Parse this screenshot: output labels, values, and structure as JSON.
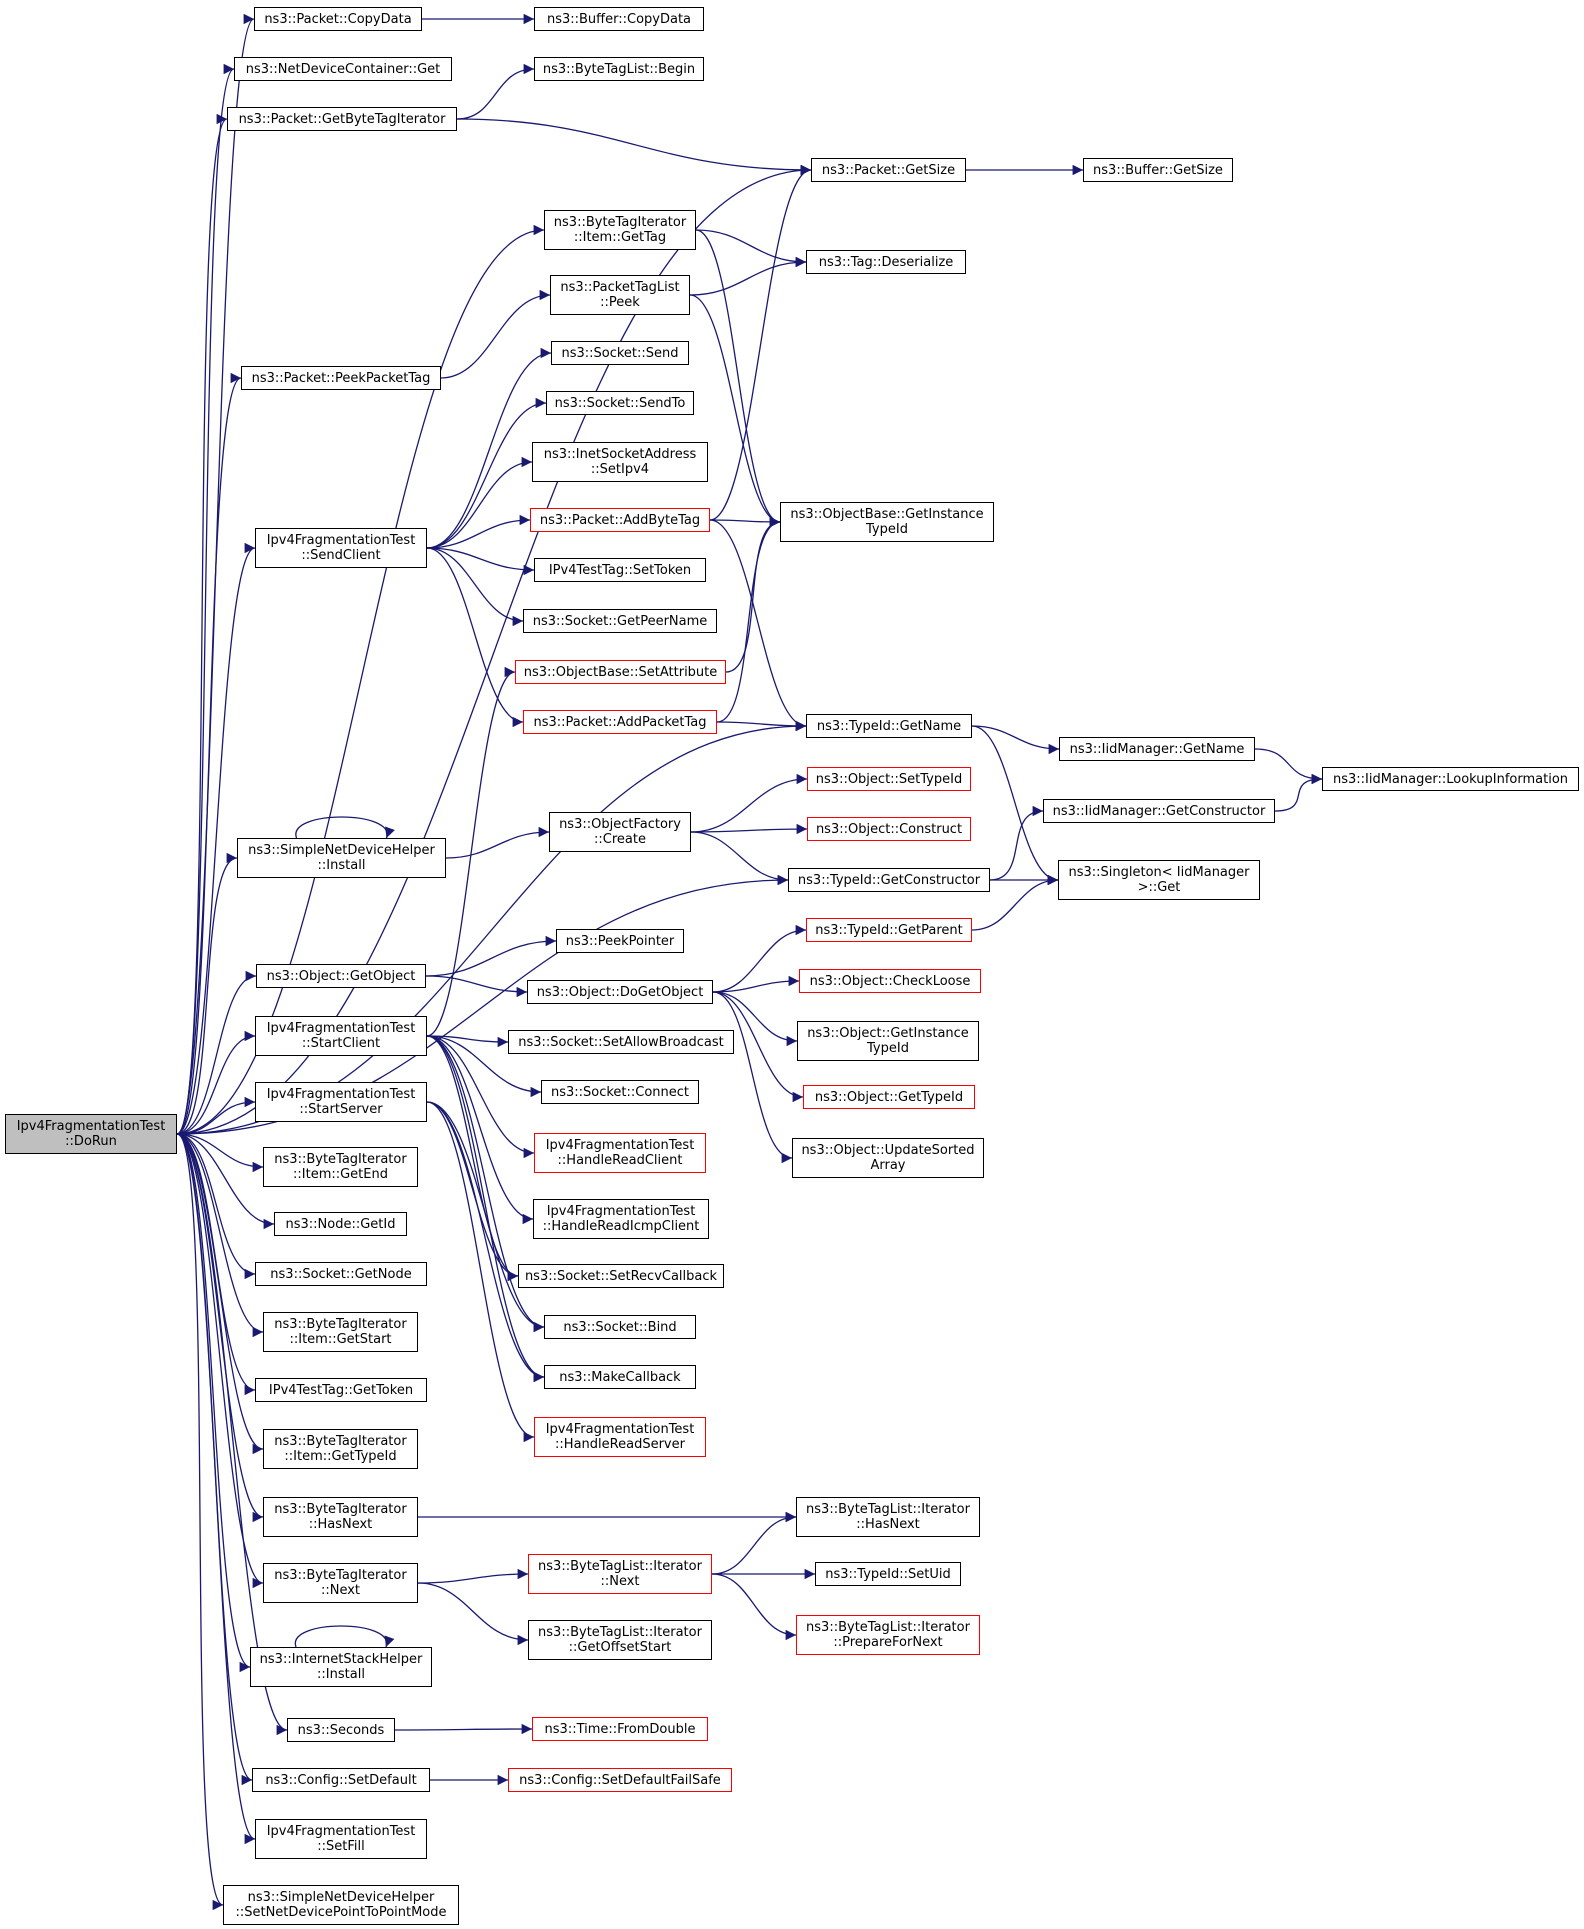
{
  "diagram": {
    "type": "call-graph",
    "colors": {
      "edge": "#191970",
      "node_border": "#000000",
      "truncated_border": "#ff0000",
      "root_fill": "#bfbfbf",
      "node_fill": "#ffffff"
    },
    "nodes": [
      {
        "id": "root",
        "label": "Ipv4FragmentationTest\n::DoRun",
        "style": "root"
      },
      {
        "id": "packet_copydata",
        "label": "ns3::Packet::CopyData"
      },
      {
        "id": "netdevcontainer_get",
        "label": "ns3::NetDeviceContainer::Get"
      },
      {
        "id": "packet_getbytetagiterator",
        "label": "ns3::Packet::GetByteTagIterator"
      },
      {
        "id": "packet_peekpackettag",
        "label": "ns3::Packet::PeekPacketTag"
      },
      {
        "id": "sendclient",
        "label": "Ipv4FragmentationTest\n::SendClient"
      },
      {
        "id": "simplenetdevicehelper_install",
        "label": "ns3::SimpleNetDeviceHelper\n::Install"
      },
      {
        "id": "object_getobject",
        "label": "ns3::Object::GetObject"
      },
      {
        "id": "startclient",
        "label": "Ipv4FragmentationTest\n::StartClient"
      },
      {
        "id": "startserver",
        "label": "Ipv4FragmentationTest\n::StartServer"
      },
      {
        "id": "item_getend",
        "label": "ns3::ByteTagIterator\n::Item::GetEnd"
      },
      {
        "id": "node_getid",
        "label": "ns3::Node::GetId"
      },
      {
        "id": "socket_getnode",
        "label": "ns3::Socket::GetNode"
      },
      {
        "id": "item_getstart",
        "label": "ns3::ByteTagIterator\n::Item::GetStart"
      },
      {
        "id": "ipv4testtag_gettoken",
        "label": "IPv4TestTag::GetToken"
      },
      {
        "id": "item_gettypeid",
        "label": "ns3::ByteTagIterator\n::Item::GetTypeId"
      },
      {
        "id": "bti_hasnext",
        "label": "ns3::ByteTagIterator\n::HasNext"
      },
      {
        "id": "bti_next",
        "label": "ns3::ByteTagIterator\n::Next"
      },
      {
        "id": "internetstackhelper_install",
        "label": "ns3::InternetStackHelper\n::Install"
      },
      {
        "id": "seconds",
        "label": "ns3::Seconds"
      },
      {
        "id": "config_setdefault",
        "label": "ns3::Config::SetDefault"
      },
      {
        "id": "setfill",
        "label": "Ipv4FragmentationTest\n::SetFill"
      },
      {
        "id": "setnetdeviceptp",
        "label": "ns3::SimpleNetDeviceHelper\n::SetNetDevicePointToPointMode"
      },
      {
        "id": "buffer_copydata",
        "label": "ns3::Buffer::CopyData"
      },
      {
        "id": "bytetaglist_begin",
        "label": "ns3::ByteTagList::Begin"
      },
      {
        "id": "packet_getsize",
        "label": "ns3::Packet::GetSize"
      },
      {
        "id": "item_gettag",
        "label": "ns3::ByteTagIterator\n::Item::GetTag"
      },
      {
        "id": "packettaglist_peek",
        "label": "ns3::PacketTagList\n::Peek"
      },
      {
        "id": "socket_send",
        "label": "ns3::Socket::Send"
      },
      {
        "id": "socket_sendto",
        "label": "ns3::Socket::SendTo"
      },
      {
        "id": "inetsocketaddress_setipv4",
        "label": "ns3::InetSocketAddress\n::SetIpv4"
      },
      {
        "id": "packet_addbytetag",
        "label": "ns3::Packet::AddByteTag",
        "style": "red"
      },
      {
        "id": "ipv4testtag_settoken",
        "label": "IPv4TestTag::SetToken"
      },
      {
        "id": "socket_getpeername",
        "label": "ns3::Socket::GetPeerName"
      },
      {
        "id": "objectbase_setattribute",
        "label": "ns3::ObjectBase::SetAttribute",
        "style": "red"
      },
      {
        "id": "packet_addpackettag",
        "label": "ns3::Packet::AddPacketTag",
        "style": "red"
      },
      {
        "id": "objectfactory_create",
        "label": "ns3::ObjectFactory\n::Create"
      },
      {
        "id": "peekpointer",
        "label": "ns3::PeekPointer"
      },
      {
        "id": "object_dogetobject",
        "label": "ns3::Object::DoGetObject"
      },
      {
        "id": "socket_setallowbroadcast",
        "label": "ns3::Socket::SetAllowBroadcast"
      },
      {
        "id": "socket_connect",
        "label": "ns3::Socket::Connect"
      },
      {
        "id": "handlereadclient",
        "label": "Ipv4FragmentationTest\n::HandleReadClient",
        "style": "red"
      },
      {
        "id": "handlereadicmpclient",
        "label": "Ipv4FragmentationTest\n::HandleReadIcmpClient"
      },
      {
        "id": "socket_setrecvcallback",
        "label": "ns3::Socket::SetRecvCallback"
      },
      {
        "id": "socket_bind",
        "label": "ns3::Socket::Bind"
      },
      {
        "id": "makecallback",
        "label": "ns3::MakeCallback"
      },
      {
        "id": "handlereadserver",
        "label": "Ipv4FragmentationTest\n::HandleReadServer",
        "style": "red"
      },
      {
        "id": "btl_iterator_next",
        "label": "ns3::ByteTagList::Iterator\n::Next",
        "style": "red"
      },
      {
        "id": "btl_iterator_getoffsetstart",
        "label": "ns3::ByteTagList::Iterator\n::GetOffsetStart"
      },
      {
        "id": "time_fromdouble",
        "label": "ns3::Time::FromDouble",
        "style": "red"
      },
      {
        "id": "config_setdefaultfailsafe",
        "label": "ns3::Config::SetDefaultFailSafe",
        "style": "red"
      },
      {
        "id": "buffer_getsize",
        "label": "ns3::Buffer::GetSize"
      },
      {
        "id": "tag_deserialize",
        "label": "ns3::Tag::Deserialize"
      },
      {
        "id": "objectbase_getinstancetypeid",
        "label": "ns3::ObjectBase::GetInstance\nTypeId"
      },
      {
        "id": "typeid_getname",
        "label": "ns3::TypeId::GetName"
      },
      {
        "id": "object_settypeid",
        "label": "ns3::Object::SetTypeId",
        "style": "red"
      },
      {
        "id": "object_construct",
        "label": "ns3::Object::Construct",
        "style": "red"
      },
      {
        "id": "typeid_getconstructor",
        "label": "ns3::TypeId::GetConstructor"
      },
      {
        "id": "typeid_getparent",
        "label": "ns3::TypeId::GetParent",
        "style": "red"
      },
      {
        "id": "object_checkloose",
        "label": "ns3::Object::CheckLoose",
        "style": "red"
      },
      {
        "id": "object_getinstancetypeid",
        "label": "ns3::Object::GetInstance\nTypeId"
      },
      {
        "id": "object_gettypeid",
        "label": "ns3::Object::GetTypeId",
        "style": "red"
      },
      {
        "id": "object_updatesortedarray",
        "label": "ns3::Object::UpdateSorted\nArray"
      },
      {
        "id": "btl_iterator_hasnext",
        "label": "ns3::ByteTagList::Iterator\n::HasNext"
      },
      {
        "id": "typeid_setuid",
        "label": "ns3::TypeId::SetUid"
      },
      {
        "id": "btl_iterator_preparefornext",
        "label": "ns3::ByteTagList::Iterator\n::PrepareForNext",
        "style": "red"
      },
      {
        "id": "iidmanager_getname",
        "label": "ns3::IidManager::GetName"
      },
      {
        "id": "iidmanager_getconstructor",
        "label": "ns3::IidManager::GetConstructor"
      },
      {
        "id": "singleton_iidmanager_get",
        "label": "ns3::Singleton< IidManager\n>::Get"
      },
      {
        "id": "iidmanager_lookupinformation",
        "label": "ns3::IidManager::LookupInformation"
      }
    ],
    "edges": [
      [
        "root",
        "packet_copydata"
      ],
      [
        "root",
        "netdevcontainer_get"
      ],
      [
        "root",
        "packet_getbytetagiterator"
      ],
      [
        "root",
        "packet_getsize"
      ],
      [
        "root",
        "item_gettag"
      ],
      [
        "root",
        "packet_peekpackettag"
      ],
      [
        "root",
        "sendclient"
      ],
      [
        "root",
        "typeid_getname"
      ],
      [
        "root",
        "simplenetdevicehelper_install"
      ],
      [
        "root",
        "typeid_getconstructor"
      ],
      [
        "root",
        "object_getobject"
      ],
      [
        "root",
        "startclient"
      ],
      [
        "root",
        "startserver"
      ],
      [
        "root",
        "item_getend"
      ],
      [
        "root",
        "node_getid"
      ],
      [
        "root",
        "socket_getnode"
      ],
      [
        "root",
        "item_getstart"
      ],
      [
        "root",
        "ipv4testtag_gettoken"
      ],
      [
        "root",
        "item_gettypeid"
      ],
      [
        "root",
        "bti_hasnext"
      ],
      [
        "root",
        "bti_next"
      ],
      [
        "root",
        "internetstackhelper_install"
      ],
      [
        "root",
        "seconds"
      ],
      [
        "root",
        "config_setdefault"
      ],
      [
        "root",
        "setfill"
      ],
      [
        "root",
        "setnetdeviceptp"
      ],
      [
        "packet_copydata",
        "buffer_copydata"
      ],
      [
        "packet_getbytetagiterator",
        "bytetaglist_begin"
      ],
      [
        "packet_getbytetagiterator",
        "packet_getsize"
      ],
      [
        "packet_getsize",
        "buffer_getsize"
      ],
      [
        "item_gettag",
        "tag_deserialize"
      ],
      [
        "item_gettag",
        "objectbase_getinstancetypeid"
      ],
      [
        "packettaglist_peek",
        "tag_deserialize"
      ],
      [
        "packettaglist_peek",
        "objectbase_getinstancetypeid"
      ],
      [
        "packet_peekpackettag",
        "packettaglist_peek"
      ],
      [
        "sendclient",
        "socket_send"
      ],
      [
        "sendclient",
        "socket_sendto"
      ],
      [
        "sendclient",
        "inetsocketaddress_setipv4"
      ],
      [
        "sendclient",
        "packet_addbytetag"
      ],
      [
        "sendclient",
        "ipv4testtag_settoken"
      ],
      [
        "sendclient",
        "socket_getpeername"
      ],
      [
        "sendclient",
        "packet_addpackettag"
      ],
      [
        "packet_addbytetag",
        "packet_getsize"
      ],
      [
        "packet_addbytetag",
        "objectbase_getinstancetypeid"
      ],
      [
        "packet_addbytetag",
        "typeid_getname"
      ],
      [
        "objectbase_setattribute",
        "objectbase_getinstancetypeid"
      ],
      [
        "packet_addpackettag",
        "objectbase_getinstancetypeid"
      ],
      [
        "packet_addpackettag",
        "typeid_getname"
      ],
      [
        "typeid_getname",
        "iidmanager_getname"
      ],
      [
        "typeid_getname",
        "singleton_iidmanager_get"
      ],
      [
        "iidmanager_getname",
        "iidmanager_lookupinformation"
      ],
      [
        "iidmanager_getconstructor",
        "iidmanager_lookupinformation"
      ],
      [
        "simplenetdevicehelper_install",
        "simplenetdevicehelper_install"
      ],
      [
        "simplenetdevicehelper_install",
        "objectfactory_create"
      ],
      [
        "objectfactory_create",
        "object_settypeid"
      ],
      [
        "objectfactory_create",
        "object_construct"
      ],
      [
        "objectfactory_create",
        "typeid_getconstructor"
      ],
      [
        "typeid_getconstructor",
        "iidmanager_getconstructor"
      ],
      [
        "typeid_getconstructor",
        "singleton_iidmanager_get"
      ],
      [
        "typeid_getparent",
        "singleton_iidmanager_get"
      ],
      [
        "object_getobject",
        "peekpointer"
      ],
      [
        "object_getobject",
        "object_dogetobject"
      ],
      [
        "object_dogetobject",
        "typeid_getparent"
      ],
      [
        "object_dogetobject",
        "object_checkloose"
      ],
      [
        "object_dogetobject",
        "object_getinstancetypeid"
      ],
      [
        "object_dogetobject",
        "object_gettypeid"
      ],
      [
        "object_dogetobject",
        "object_updatesortedarray"
      ],
      [
        "startclient",
        "objectbase_setattribute"
      ],
      [
        "startclient",
        "socket_setallowbroadcast"
      ],
      [
        "startclient",
        "socket_connect"
      ],
      [
        "startclient",
        "handlereadclient"
      ],
      [
        "startclient",
        "handlereadicmpclient"
      ],
      [
        "startclient",
        "socket_setrecvcallback"
      ],
      [
        "startclient",
        "socket_bind"
      ],
      [
        "startclient",
        "makecallback"
      ],
      [
        "startserver",
        "socket_setrecvcallback"
      ],
      [
        "startserver",
        "socket_bind"
      ],
      [
        "startserver",
        "makecallback"
      ],
      [
        "startserver",
        "handlereadserver"
      ],
      [
        "bti_hasnext",
        "btl_iterator_hasnext"
      ],
      [
        "bti_next",
        "btl_iterator_next"
      ],
      [
        "bti_next",
        "btl_iterator_getoffsetstart"
      ],
      [
        "btl_iterator_next",
        "btl_iterator_hasnext"
      ],
      [
        "btl_iterator_next",
        "typeid_setuid"
      ],
      [
        "btl_iterator_next",
        "btl_iterator_preparefornext"
      ],
      [
        "internetstackhelper_install",
        "internetstackhelper_install"
      ],
      [
        "seconds",
        "time_fromdouble"
      ],
      [
        "config_setdefault",
        "config_setdefaultfailsafe"
      ]
    ]
  }
}
